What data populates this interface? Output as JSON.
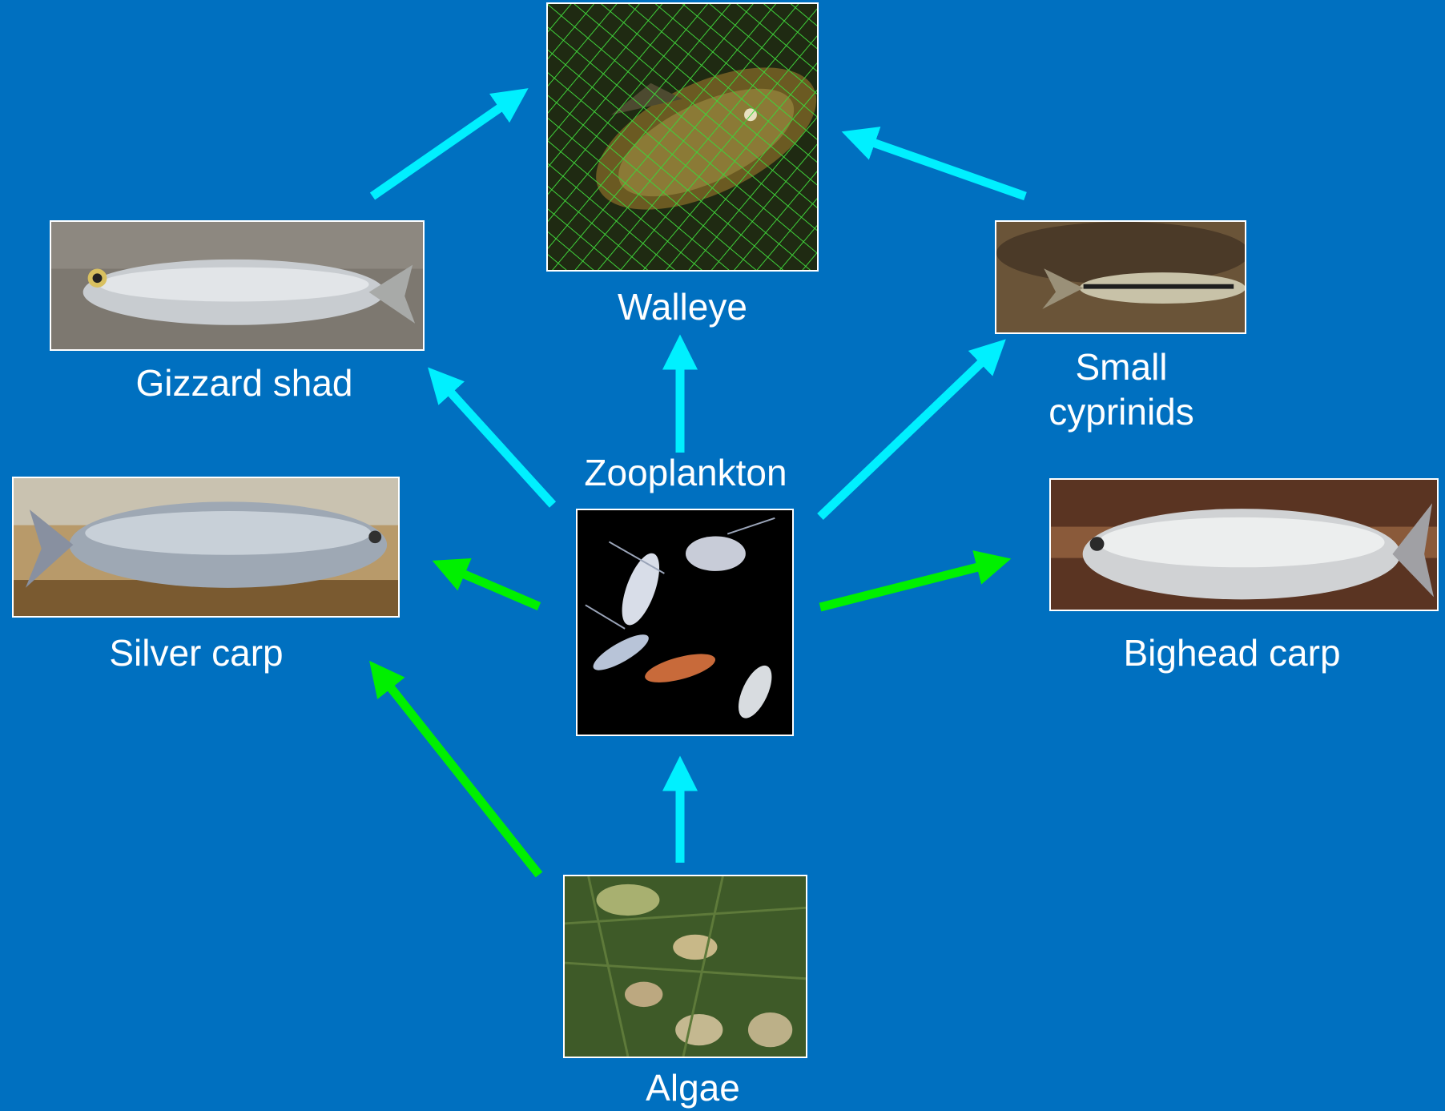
{
  "colors": {
    "background": "#0070c0",
    "arrow_cyan": "#00f0ff",
    "arrow_green": "#00f000",
    "label_text": "#ffffff"
  },
  "nodes": {
    "walleye": {
      "label": "Walleye",
      "photo": "walleye fish caught in green net"
    },
    "gizzard_shad": {
      "label": "Gizzard shad",
      "photo": "silvery gizzard shad on gray surface"
    },
    "small_cyprinids": {
      "label_line1": "Small",
      "label_line2": "cyprinids",
      "photo": "small striped minnow on rocks"
    },
    "silver_carp": {
      "label": "Silver carp",
      "photo": "silver carp on wooden board"
    },
    "bighead_carp": {
      "label": "Bighead carp",
      "photo": "bighead carp on dark board"
    },
    "zooplankton": {
      "label": "Zooplankton",
      "photo": "zooplankton crustaceans on black background"
    },
    "algae": {
      "label": "Algae",
      "photo": "green algae in water"
    }
  },
  "links": [
    {
      "from": "Gizzard shad",
      "to": "Walleye",
      "color": "cyan"
    },
    {
      "from": "Small cyprinids",
      "to": "Walleye",
      "color": "cyan"
    },
    {
      "from": "Zooplankton",
      "to": "Walleye",
      "color": "cyan"
    },
    {
      "from": "Zooplankton",
      "to": "Gizzard shad",
      "color": "cyan"
    },
    {
      "from": "Zooplankton",
      "to": "Small cyprinids",
      "color": "cyan"
    },
    {
      "from": "Zooplankton",
      "to": "Silver carp",
      "color": "green"
    },
    {
      "from": "Zooplankton",
      "to": "Bighead carp",
      "color": "green"
    },
    {
      "from": "Algae",
      "to": "Zooplankton",
      "color": "cyan"
    },
    {
      "from": "Algae",
      "to": "Silver carp",
      "color": "green"
    }
  ]
}
